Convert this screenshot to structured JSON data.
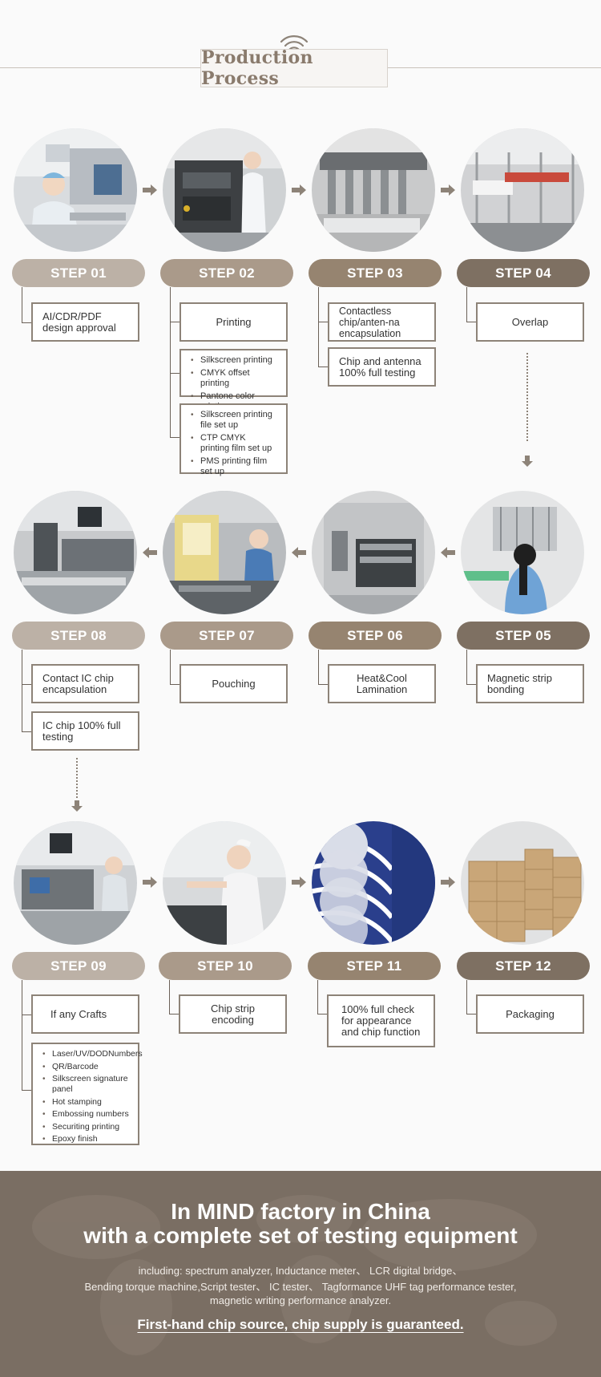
{
  "header": {
    "title": "Production Process"
  },
  "steps": [
    {
      "label": "STEP 01",
      "items": [
        "AI/CDR/PDF design approval"
      ]
    },
    {
      "label": "STEP 02",
      "items": [
        "Printing"
      ],
      "list1": [
        "Silkscreen printing",
        "CMYK offset printing",
        "Pantone color printing"
      ],
      "list2": [
        "Silkscreen printing file set up",
        "CTP CMYK printing film set up",
        "PMS printing film set up"
      ]
    },
    {
      "label": "STEP 03",
      "items": [
        "Contactless chip/anten-na encapsulation",
        "Chip and antenna 100% full testing"
      ]
    },
    {
      "label": "STEP 04",
      "items": [
        "Overlap"
      ]
    },
    {
      "label": "STEP 05",
      "items": [
        "Magnetic strip bonding"
      ]
    },
    {
      "label": "STEP 06",
      "items": [
        "Heat&Cool Lamination"
      ]
    },
    {
      "label": "STEP 07",
      "items": [
        "Pouching"
      ]
    },
    {
      "label": "STEP 08",
      "items": [
        "Contact IC chip encapsulation",
        "IC chip 100% full testing"
      ]
    },
    {
      "label": "STEP 09",
      "items": [
        "If any Crafts"
      ],
      "list1": [
        "Laser/UV/DODNumbers",
        "QR/Barcode",
        "Silkscreen signature panel",
        "Hot stamping",
        "Embossing numbers",
        "Securiting printing",
        "Epoxy finish"
      ]
    },
    {
      "label": "STEP 10",
      "items": [
        "Chip strip encoding"
      ]
    },
    {
      "label": "STEP 11",
      "items": [
        "100% full check for appearance and chip function"
      ]
    },
    {
      "label": "STEP 12",
      "items": [
        "Packaging"
      ]
    }
  ],
  "footer": {
    "title1": "In MIND factory in China",
    "title2": "with a complete set of testing equipment",
    "line1": "including: spectrum analyzer, Inductance meter、 LCR digital bridge、",
    "line2": "Bending torque machine,Script tester、 IC tester、 Tagformance UHF tag performance tester,",
    "line3": "magnetic writing performance analyzer.",
    "bottom": "First-hand chip source,  chip supply is guaranteed."
  },
  "colors": {
    "step_light": "#bcb1a6",
    "step_mid": "#aa9a8a",
    "step_warm": "#968470",
    "step_dark": "#7e7062",
    "footer_bg": "#7a6e63"
  },
  "icons": [
    "wifi-icon",
    "arrow-right-icon",
    "arrow-left-icon",
    "arrow-down-icon"
  ]
}
